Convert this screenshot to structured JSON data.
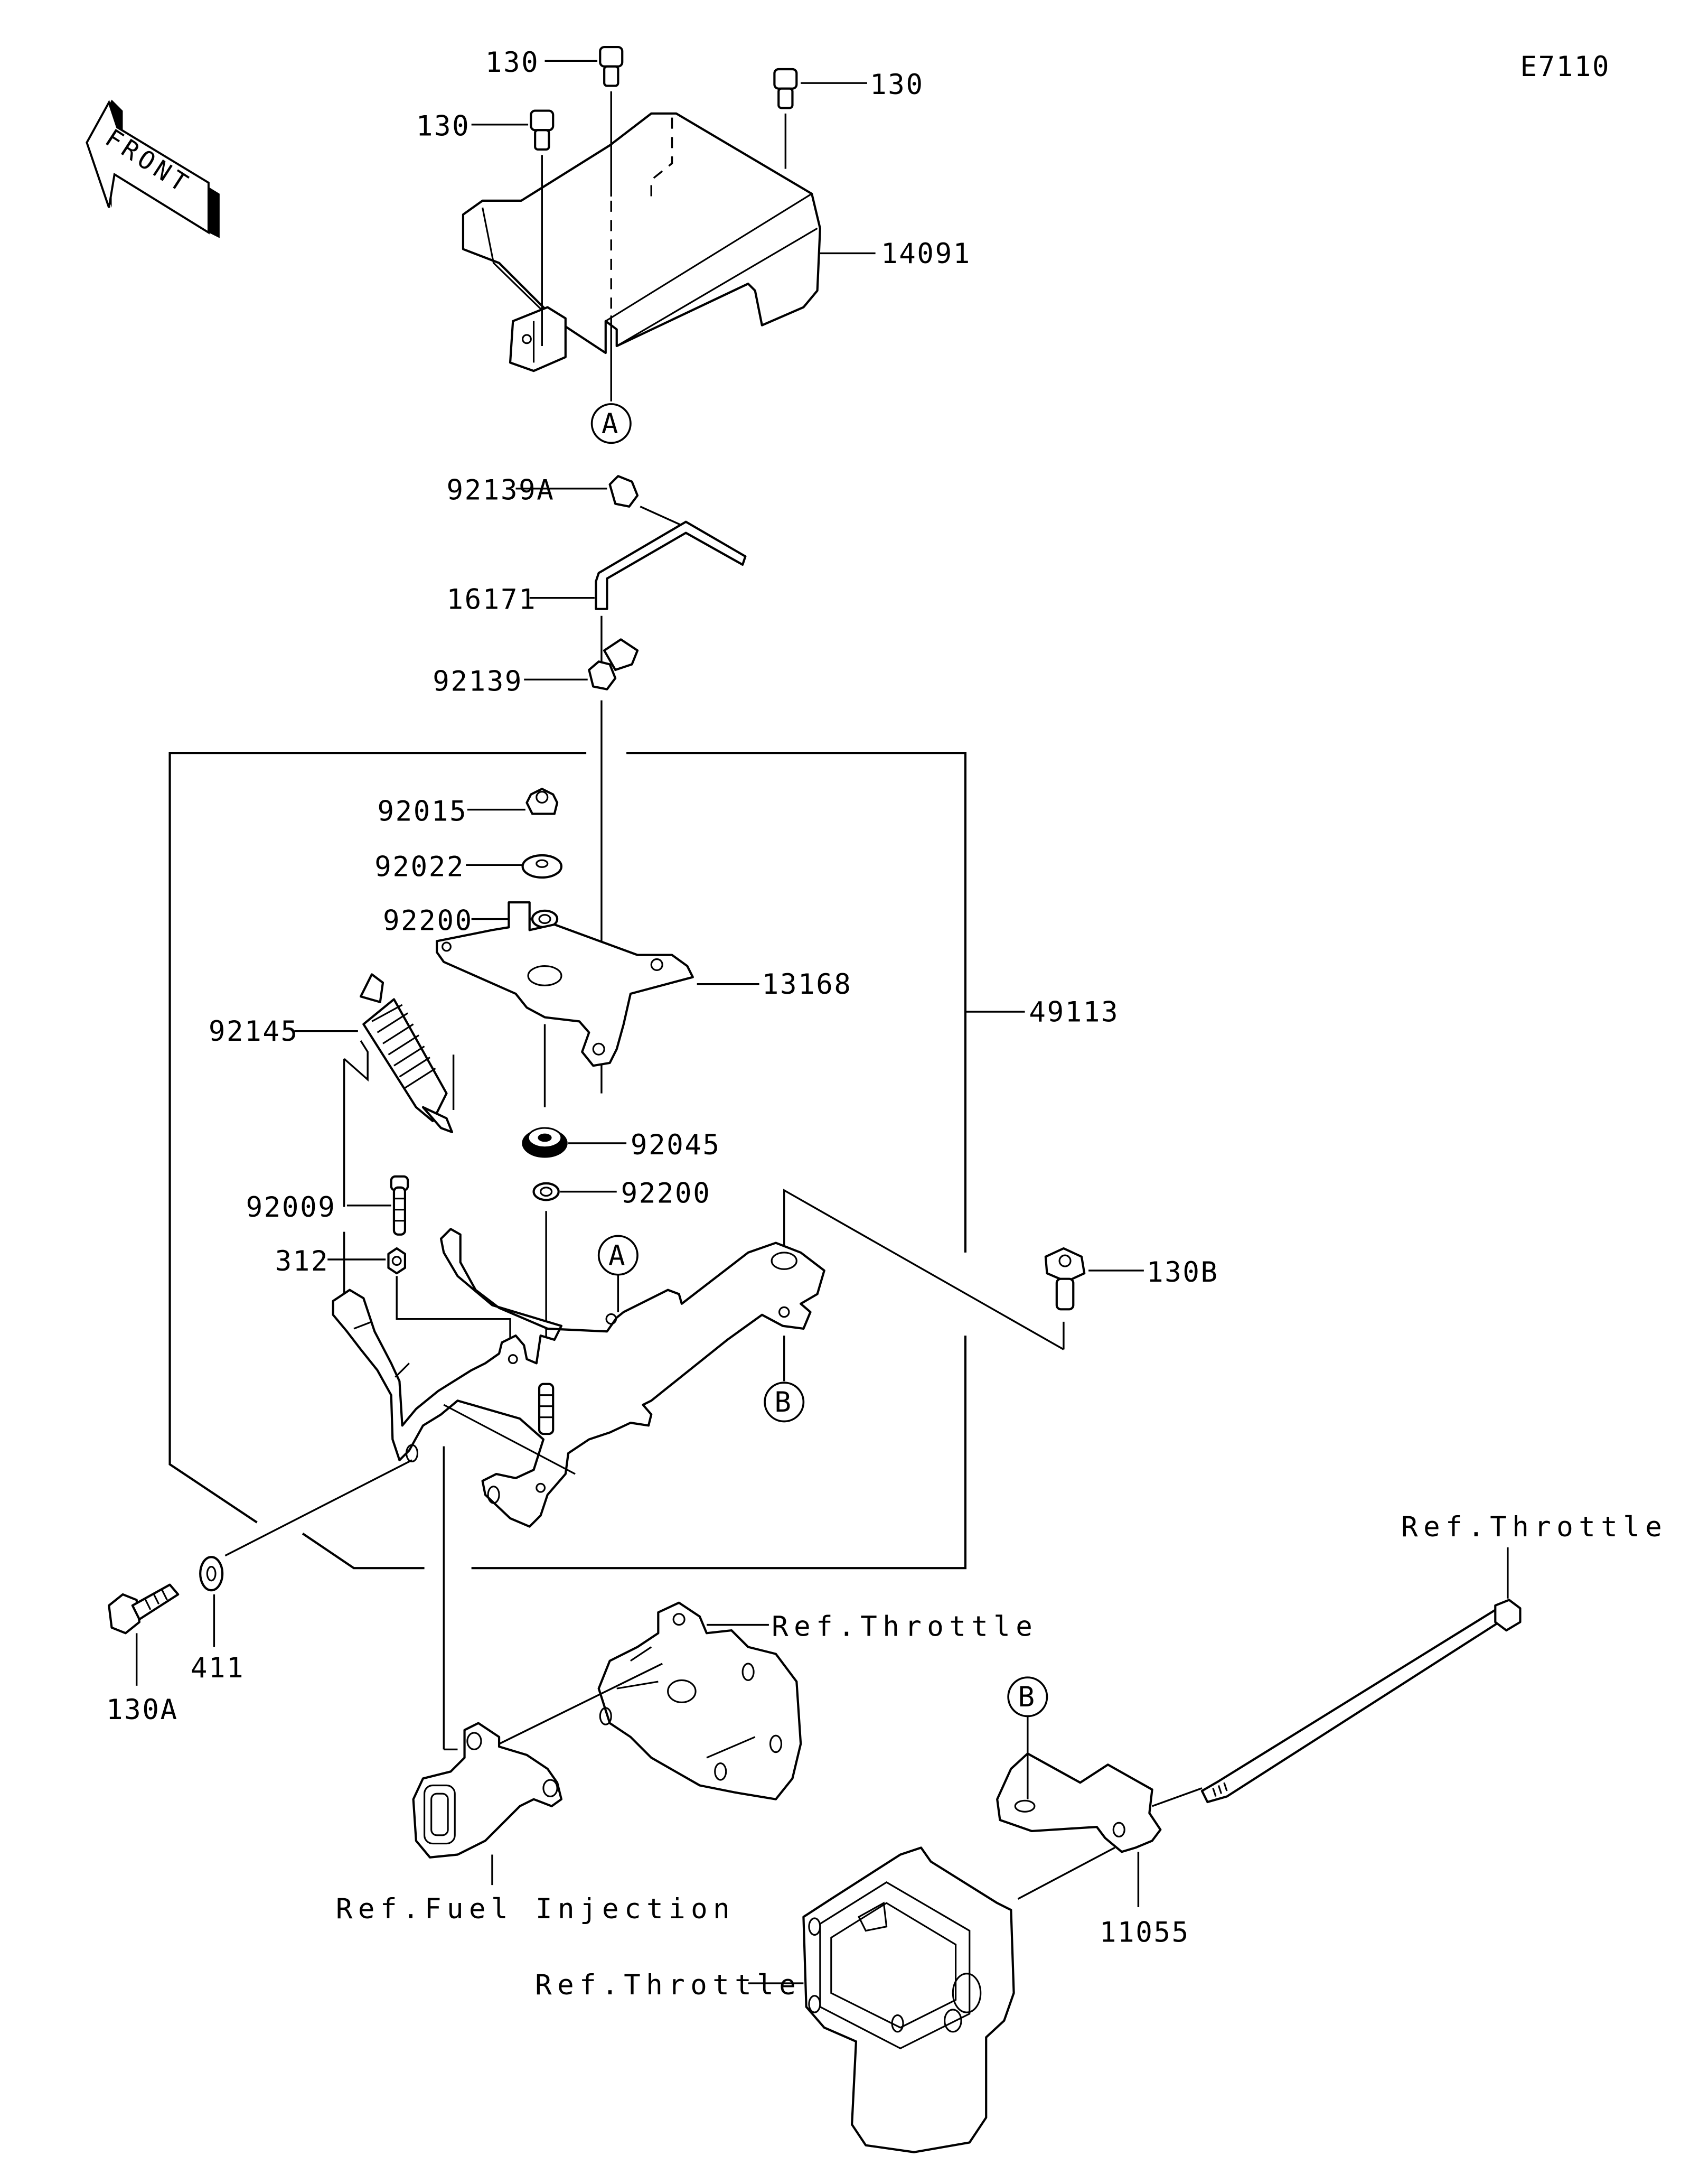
{
  "diagram": {
    "code": "E7110",
    "front_arrow_label": "FRONT",
    "callouts": {
      "a": "A",
      "b": "B"
    },
    "parts": {
      "bolt_130_top": "130",
      "bolt_130_right": "130",
      "bolt_130_left": "130",
      "cover_14091": "14091",
      "clamp_92139A": "92139A",
      "hose_16171": "16171",
      "clamp_92139": "92139",
      "nut_92015": "92015",
      "washer_92022": "92022",
      "washer_92200_top": "92200",
      "lever_13168": "13168",
      "bracket_assy_49113": "49113",
      "spring_92145": "92145",
      "bearing_92045": "92045",
      "washer_92200_bottom": "92200",
      "bolt_92009": "92009",
      "nut_312": "312",
      "bolt_130B": "130B",
      "bolt_130A": "130A",
      "washer_411": "411",
      "bracket_11055": "11055"
    },
    "references": {
      "throttle_upper": "Ref.Throttle",
      "throttle_rod": "Ref.Throttle",
      "fuel_injection": "Ref.Fuel Injection",
      "throttle_body": "Ref.Throttle"
    }
  }
}
